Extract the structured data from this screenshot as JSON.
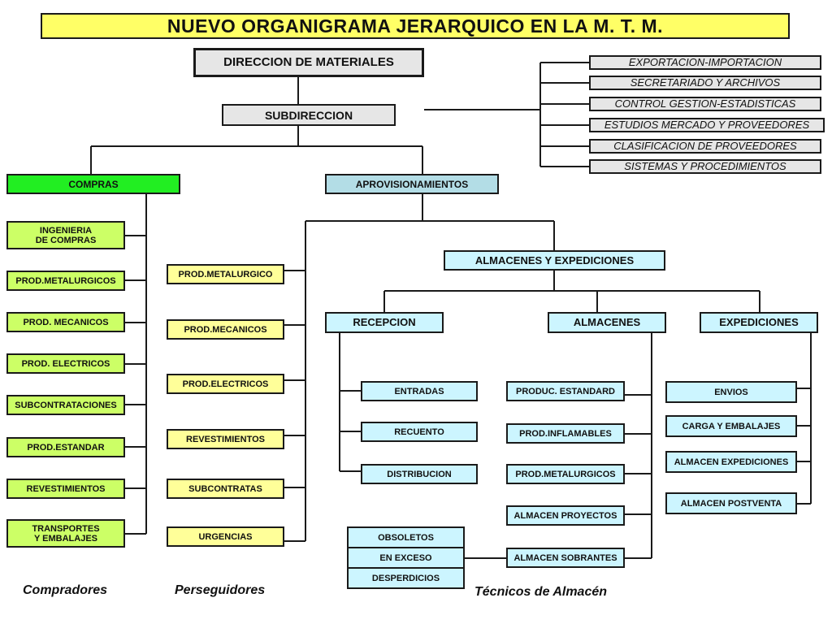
{
  "title": "NUEVO ORGANIGRAMA JERARQUICO EN LA M. T. M.",
  "direccion": "DIRECCION DE MATERIALES",
  "subdireccion": "SUBDIRECCION",
  "staff": [
    "EXPORTACION-IMPORTACION",
    "SECRETARIADO Y ARCHIVOS",
    "CONTROL GESTION-ESTADISTICAS",
    "ESTUDIOS MERCADO Y PROVEEDORES",
    "CLASIFICACION  DE  PROVEEDORES",
    "SISTEMAS Y PROCEDIMIENTOS"
  ],
  "compras": {
    "label": "COMPRAS",
    "items": [
      "INGENIERIA\nDE COMPRAS",
      "PROD.METALURGICOS",
      "PROD. MECANICOS",
      "PROD. ELECTRICOS",
      "SUBCONTRATACIONES",
      "PROD.ESTANDAR",
      "REVESTIMIENTOS",
      "TRANSPORTES\nY EMBALAJES"
    ]
  },
  "aprovisionamientos": {
    "label": "APROVISIONAMIENTOS",
    "items": [
      "PROD.METALURGICO",
      "PROD.MECANICOS",
      "PROD.ELECTRICOS",
      "REVESTIMIENTOS",
      "SUBCONTRATAS",
      "URGENCIAS"
    ]
  },
  "almacenes_expediciones": "ALMACENES Y EXPEDICIONES",
  "recepcion": {
    "label": "RECEPCION",
    "items": [
      "ENTRADAS",
      "RECUENTO",
      "DISTRIBUCION"
    ]
  },
  "almacenes": {
    "label": "ALMACENES",
    "items": [
      "PRODUC. ESTANDARD",
      "PROD.INFLAMABLES",
      "PROD.METALURGICOS",
      "ALMACEN PROYECTOS",
      "ALMACEN SOBRANTES"
    ]
  },
  "sobrantes_detalle": [
    "OBSOLETOS",
    "EN EXCESO",
    "DESPERDICIOS"
  ],
  "expediciones": {
    "label": "EXPEDICIONES",
    "items": [
      "ENVIOS",
      "CARGA Y EMBALAJES",
      "ALMACEN EXPEDICIONES",
      "ALMACEN POSTVENTA"
    ]
  },
  "footer": {
    "compradores": "Compradores",
    "perseguidores": "Perseguidores",
    "tecnicos": "Técnicos de Almacén"
  }
}
